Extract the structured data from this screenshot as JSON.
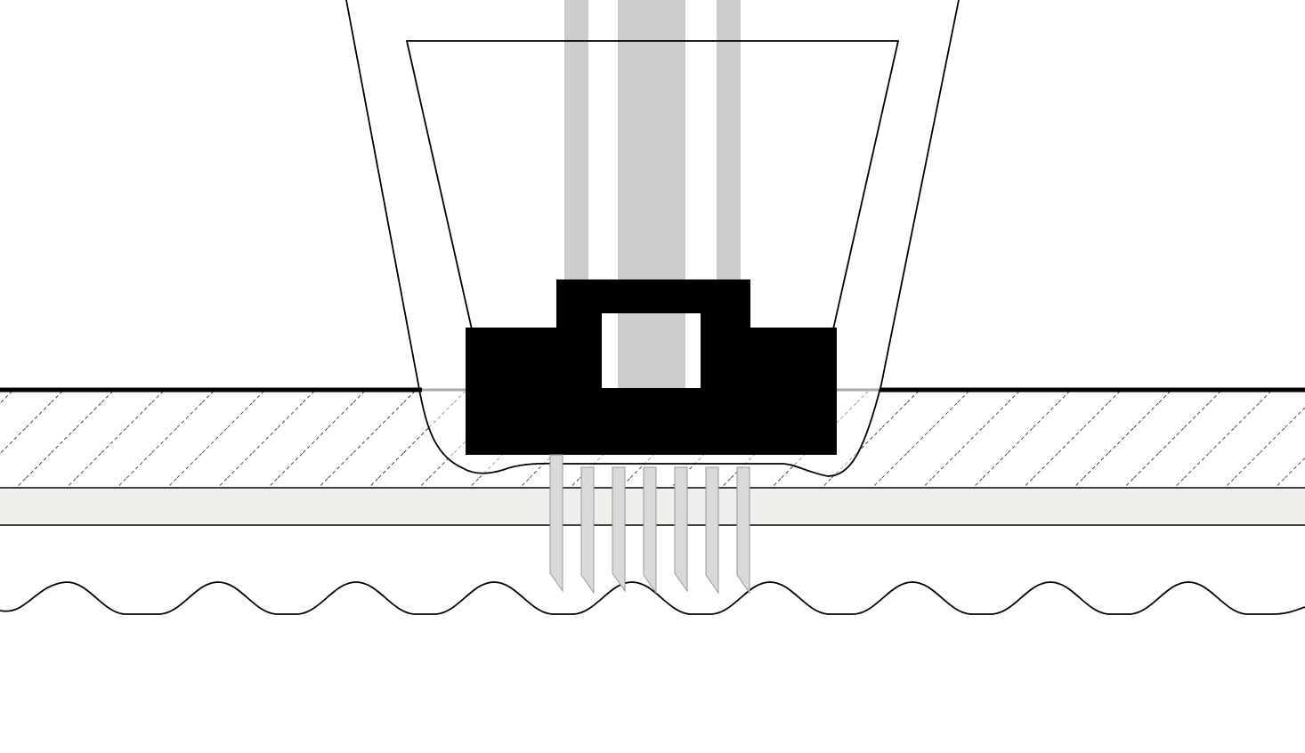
{
  "diagram": {
    "kind": "cross-section",
    "components": [
      "applicator-housing",
      "inner-chamber",
      "light-channels",
      "needle-cartridge",
      "needle-array",
      "skin-surface",
      "epidermis-layer",
      "dermis-layer",
      "papillary-boundary"
    ],
    "needle_count": 7
  },
  "colors": {
    "background": "#ffffff",
    "outline": "#000000",
    "cartridge_fill": "#000000",
    "light_channel": "#cccccc",
    "needle_fill": "#d9d9d9",
    "needle_stroke": "#999999",
    "dermis_fill": "#f1efeb",
    "hatch_stroke": "#000000"
  }
}
